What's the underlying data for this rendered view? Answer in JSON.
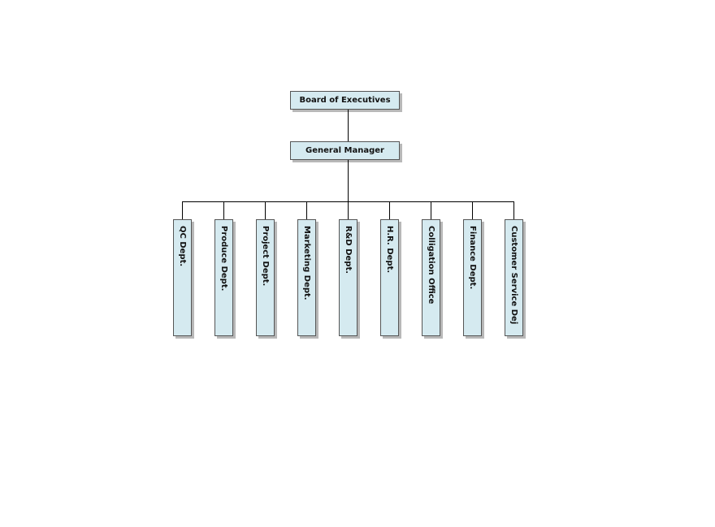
{
  "chart": {
    "root": "Board of Executives",
    "manager": "General Manager",
    "departments": [
      "QC Dept.",
      "Produce Dept.",
      "Project Dept.",
      "Marketing Dept.",
      "R&D Dept.",
      "H.R. Dept.",
      "Colligation Office",
      "Finance Dept.",
      "Customer Service Dej"
    ]
  },
  "colors": {
    "box_fill": "#d5eaf0",
    "line": "#000000"
  }
}
